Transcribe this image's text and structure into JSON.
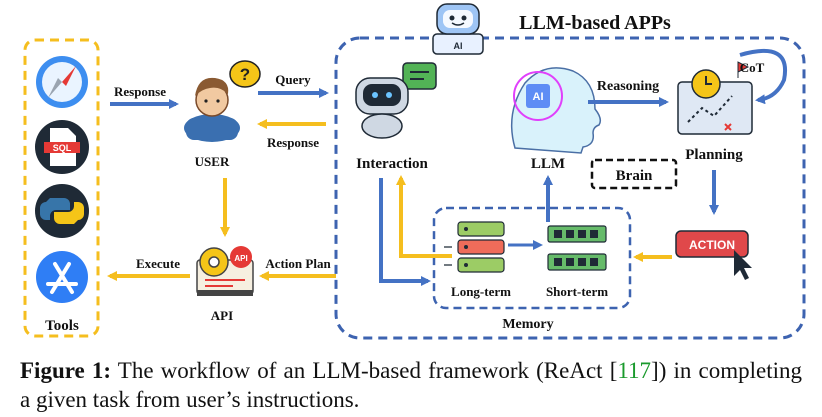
{
  "diagram": {
    "title": "LLM-based APPs",
    "tools_label": "Tools",
    "user_label": "USER",
    "api_label": "API",
    "api_badge": "API",
    "interaction_label": "Interaction",
    "llm_label": "LLM",
    "llm_chip_text": "AI",
    "robot_chip_text": "AI",
    "planning_label": "Planning",
    "brain_label": "Brain",
    "memory_label": "Memory",
    "long_term_label": "Long-term",
    "short_term_label": "Short-term",
    "action_label": "ACTION",
    "cot_label": "CoT",
    "sql_label": "SQL",
    "arrows": {
      "response_in": "Response",
      "query": "Query",
      "response_out": "Response",
      "reasoning": "Reasoning",
      "execute": "Execute",
      "action_plan": "Action Plan"
    },
    "colors": {
      "blue": "#4472C4",
      "yellow": "#F5BE1E",
      "dashed_blue": "#3D63B0"
    }
  },
  "caption": {
    "figure_label": "Figure 1:",
    "text_before_ref": "The workflow of an LLM-based framework (ReAct [",
    "ref": "117",
    "text_after_ref": "]) in completing a given task from user’s instructions."
  }
}
